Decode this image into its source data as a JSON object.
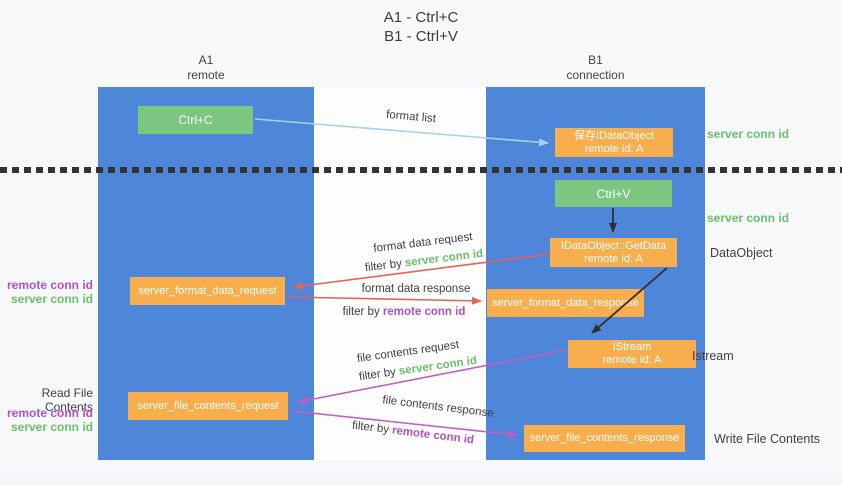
{
  "title": {
    "line1": "A1 - Ctrl+C",
    "line2": "B1 - Ctrl+V"
  },
  "lifelines": {
    "left": {
      "name": "A1",
      "role": "remote"
    },
    "right": {
      "name": "B1",
      "role": "connection"
    }
  },
  "nodes": {
    "ctrl_c": {
      "label": "Ctrl+C"
    },
    "ctrl_v": {
      "label": "Ctrl+V"
    },
    "save_dataobject": {
      "line1": "保存IDataObject",
      "line2": "remote id: A"
    },
    "getdata": {
      "line1": "IDataObject::GetData",
      "line2": "remote id: A"
    },
    "istream": {
      "line1": "IStream",
      "line2": "remote id: A"
    },
    "format_request": {
      "label": "server_format_data_request"
    },
    "format_response": {
      "label": "server_format_data_response"
    },
    "file_request": {
      "label": "server_file_contents_request"
    },
    "file_response": {
      "label": "server_file_contents_response"
    }
  },
  "edge_labels": {
    "format_list": "format list",
    "format_data_request": "format data request",
    "format_data_response": "format data response",
    "file_contents_request": "file contents request",
    "file_contents_response": "file contents response",
    "filter_prefix": "filter by",
    "server_conn_id": "server conn id",
    "remote_conn_id": "remote conn id"
  },
  "side_labels": {
    "left_remote_conn_id": "remote conn id",
    "left_server_conn_id": "server conn id",
    "read_file_contents": "Read File Contents",
    "left_remote_conn_id_2": "remote conn id",
    "left_server_conn_id_2": "server conn id",
    "right_server_conn_id_top": "server conn id",
    "right_server_conn_id_mid": "server conn id",
    "dataobject": "DataObject",
    "istream": "Istream",
    "write_file_contents": "Write File Contents"
  },
  "colors": {
    "lifeline_blue": "#4e86d9",
    "node_green": "#7cc77f",
    "node_orange": "#f9ae4d",
    "arrow_light_blue": "#a5d2f1",
    "arrow_red": "#e4625c",
    "arrow_magenta": "#c45ec2",
    "arrow_black": "#2f2f2f",
    "text_green": "#6abf69",
    "text_purple": "#b052c0"
  }
}
